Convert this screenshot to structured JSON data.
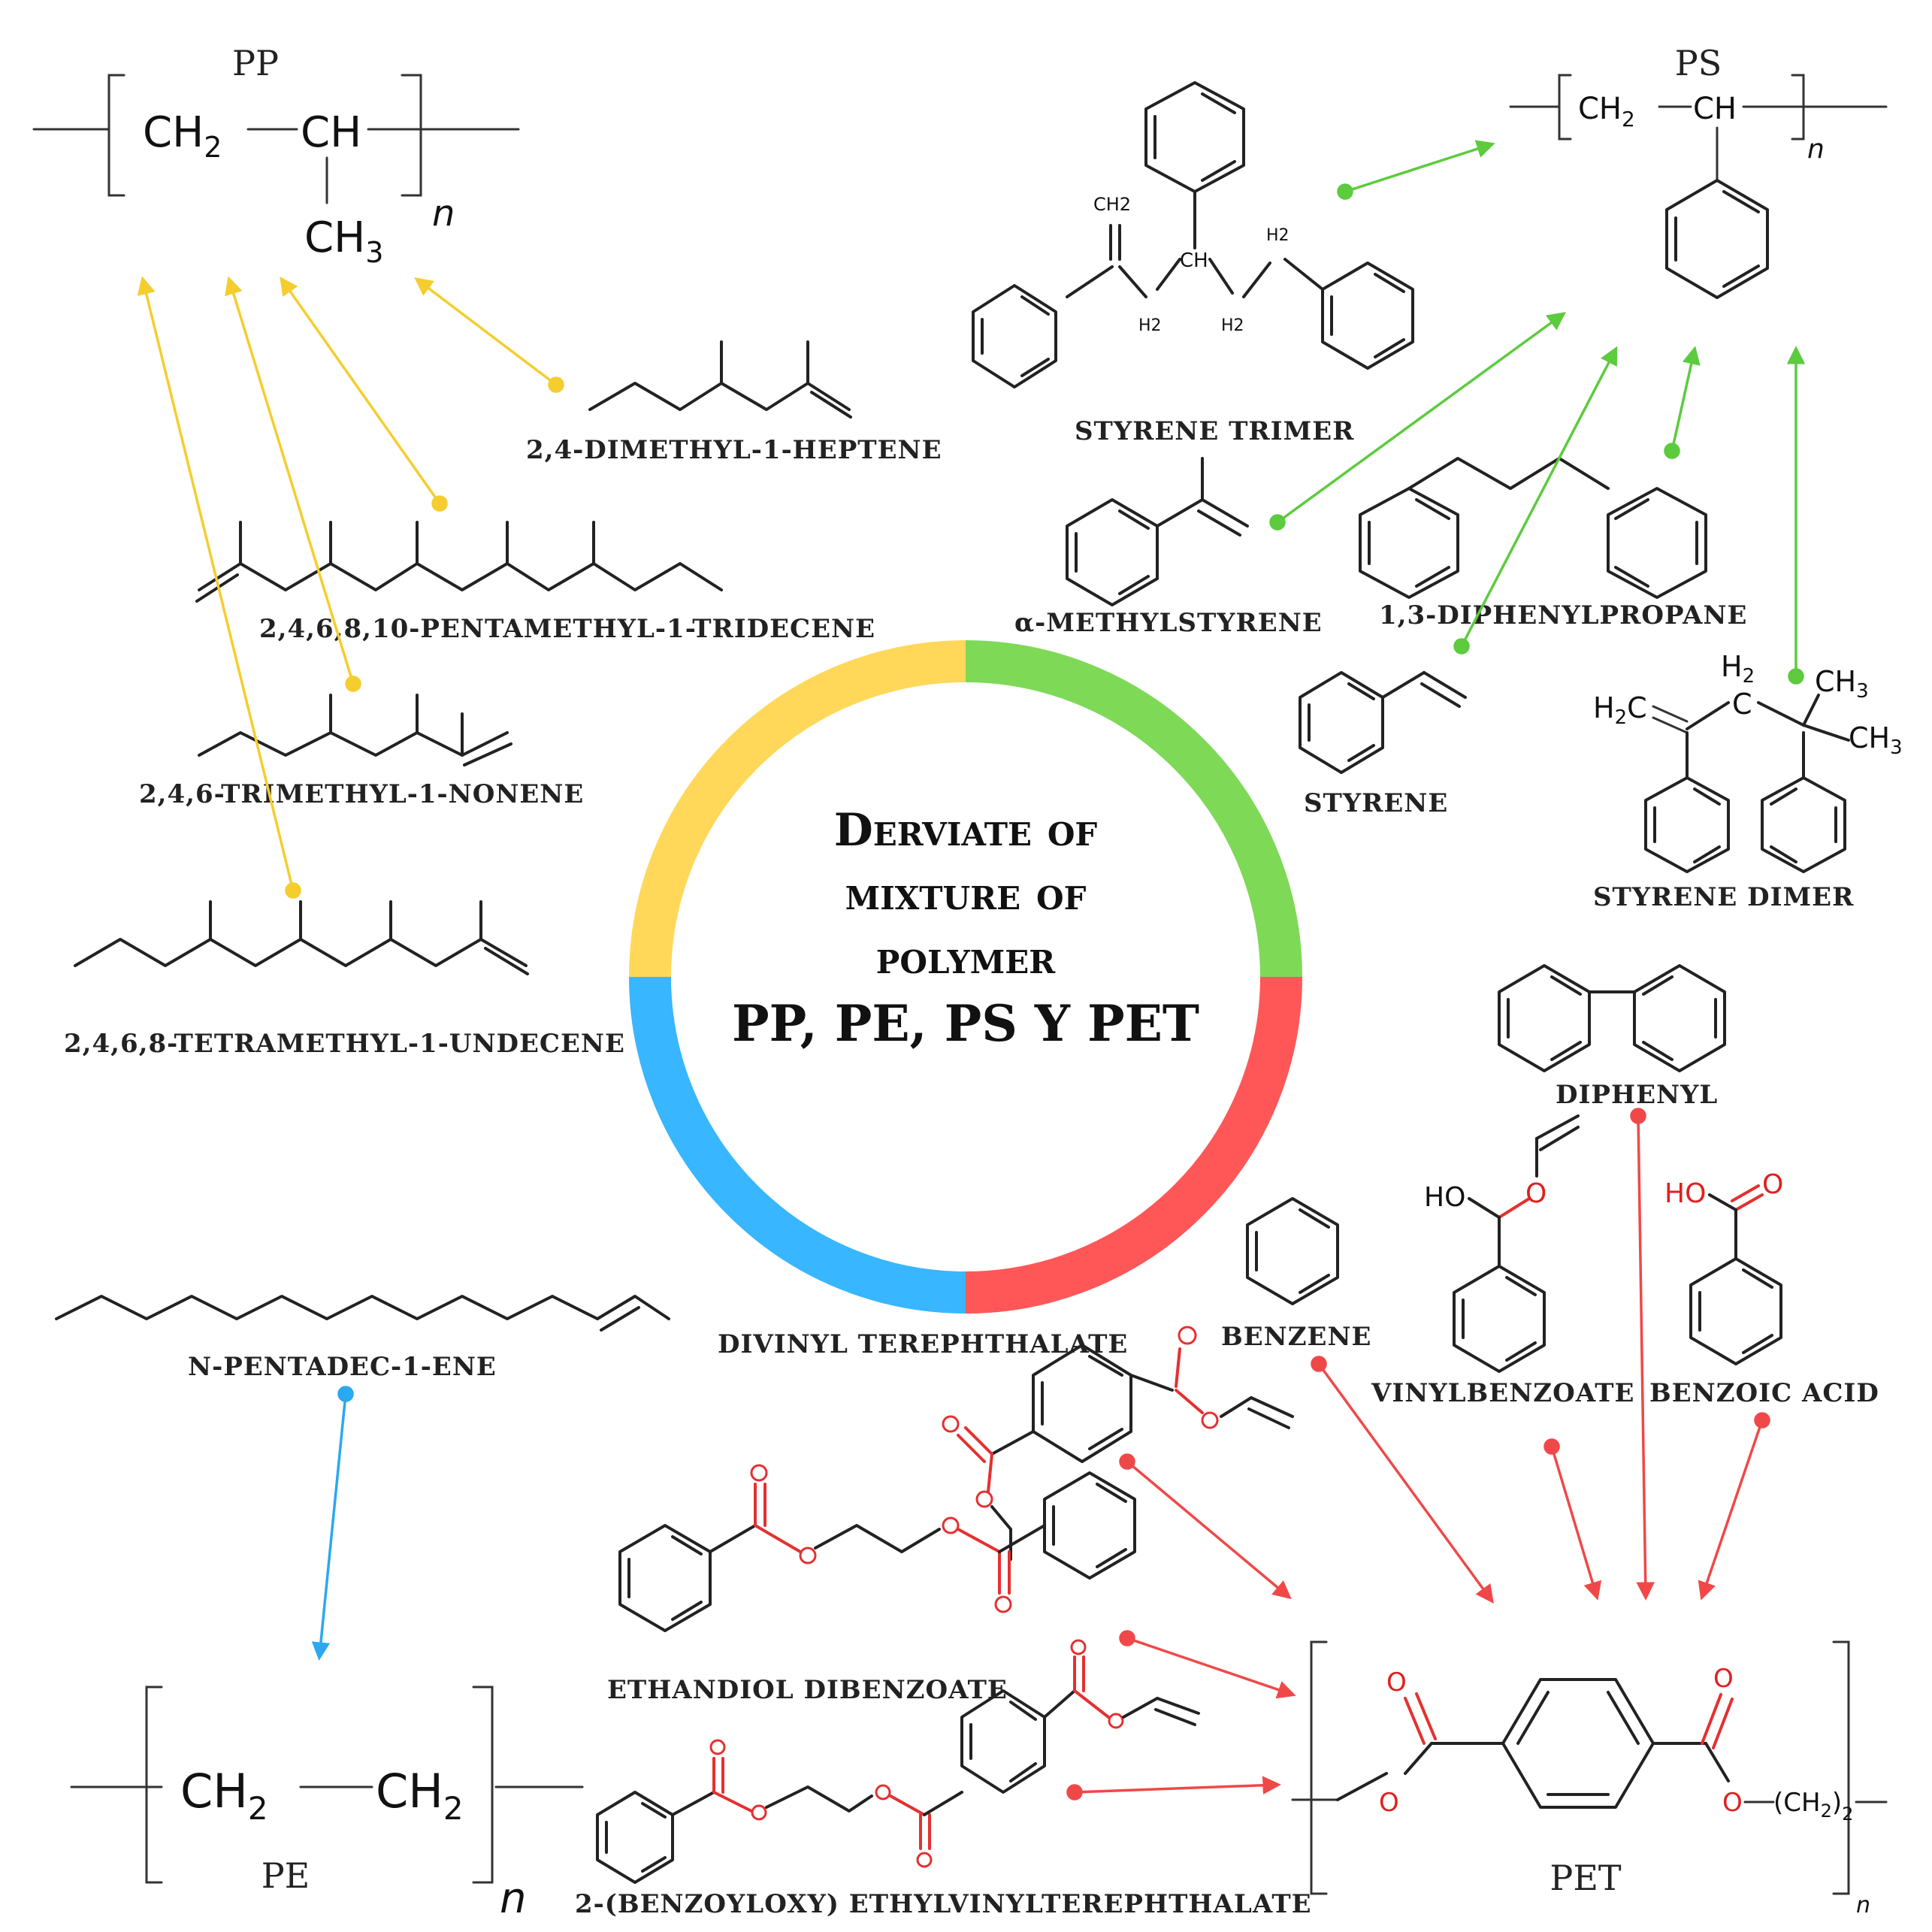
{
  "center": {
    "line1": "Derviate of",
    "line2": "mixture of",
    "line3": "polymer",
    "line4": "PP, PE, PS Y PET"
  },
  "ring_colors": {
    "pp": "#FFD85A",
    "ps": "#7ED957",
    "pet": "#FF5757",
    "pe": "#38B6FF"
  },
  "polymers": {
    "pp": {
      "label": "PP",
      "n": "n",
      "ch2": "CH2",
      "ch": "CH",
      "ch3": "CH3"
    },
    "ps": {
      "label": "PS",
      "n": "n",
      "ch2": "CH2",
      "ch": "CH"
    },
    "pe": {
      "label": "PE",
      "n": "n",
      "ch2a": "CH2",
      "ch2b": "CH2"
    },
    "pet": {
      "label": "PET",
      "n": "n",
      "o1": "O",
      "o2": "O",
      "o3": "O",
      "o4": "O",
      "ch2": "CH2",
      "sub": "2"
    }
  },
  "compounds": {
    "dimethylheptene": "2,4-DIMETHYL-1-HEPTENE",
    "pentamethyltridecene": "2,4,6,8,10-PENTAMETHYL-1-TRIDECENE",
    "trimethylnonene": "2,4,6-TRIMETHYL-1-NONENE",
    "tetramethylundecene": "2,4,6,8-TETRAMETHYL-1-UNDECENE",
    "styrene_trimer": "STYRENE TRIMER",
    "methylstyrene": "α-METHYLSTYRENE",
    "diphenylpropane": "1,3-DIPHENYLPROPANE",
    "styrene": "STYRENE",
    "styrene_dimer": "STYRENE DIMER",
    "diphenyl": "DIPHENYL",
    "vinylbenzoate": "VINYLBENZOATE",
    "benzoic_acid": "BENZOIC ACID",
    "benzene": "BENZENE",
    "divinyl_terephthalate": "DIVINYL TEREPHTHALATE",
    "ethandiol_dibenzoate": "ETHANDIOL DIBENZOATE",
    "benzoyloxy": "2-(BENZOYLOXY) ETHYLVINYLTEREPHTHALATE",
    "pentadecene": "N-PENTADEC-1-ENE"
  },
  "atoms": {
    "trimer_ch2": "CH2",
    "trimer_ch": "CH",
    "trimer_h2a": "H2",
    "trimer_h2b": "H2",
    "trimer_h2c": "H2",
    "dimer_h2c": "H2C",
    "dimer_h2": "H2",
    "dimer_c": "C",
    "dimer_ch3a": "CH3",
    "dimer_ch3b": "CH3",
    "vb_ho": "HO",
    "vb_o": "O",
    "ba_ho": "HO",
    "ba_o": "O",
    "ester_o": "O"
  }
}
